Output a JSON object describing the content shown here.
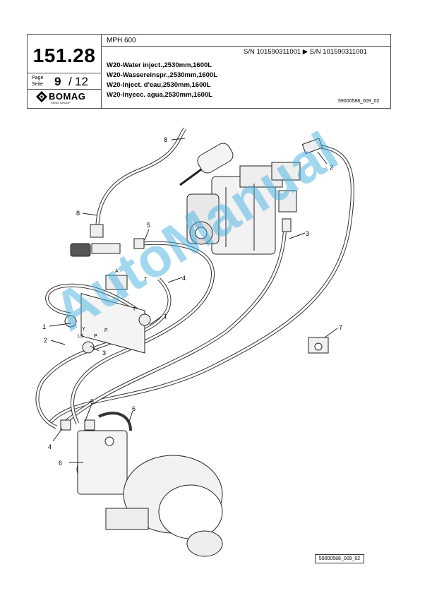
{
  "header": {
    "section_number": "151.28",
    "page_label_1": "Page",
    "page_label_2": "Seite",
    "page_number": "9",
    "page_separator": "/",
    "page_total": "12",
    "brand": "BOMAG",
    "brand_sub": "FAYAT GROUP",
    "model": "MPH 600",
    "serial_range": "S/N 101590311001  ▶  S/N 101590311001",
    "descriptions": [
      "W20-Water inject.,2530mm,1600L",
      "W20-Wassereinspr.,2530mm,1600L",
      "W20-Inject. d'eau,2530mm,1600L",
      "W20-Inyecc. agua,2530mm,1600L"
    ],
    "document_ref": "59000588_009_02"
  },
  "diagram": {
    "callouts": [
      "8",
      "2",
      "8",
      "5",
      "3",
      "4",
      "1",
      "1",
      "2",
      "3",
      "7",
      "5",
      "6",
      "4",
      "6"
    ],
    "port_labels": [
      "A",
      "T",
      "T",
      "Y",
      "LS",
      "P",
      "P"
    ],
    "drawing_ref": "59000588_009_02"
  },
  "watermark": "AutoManual"
}
